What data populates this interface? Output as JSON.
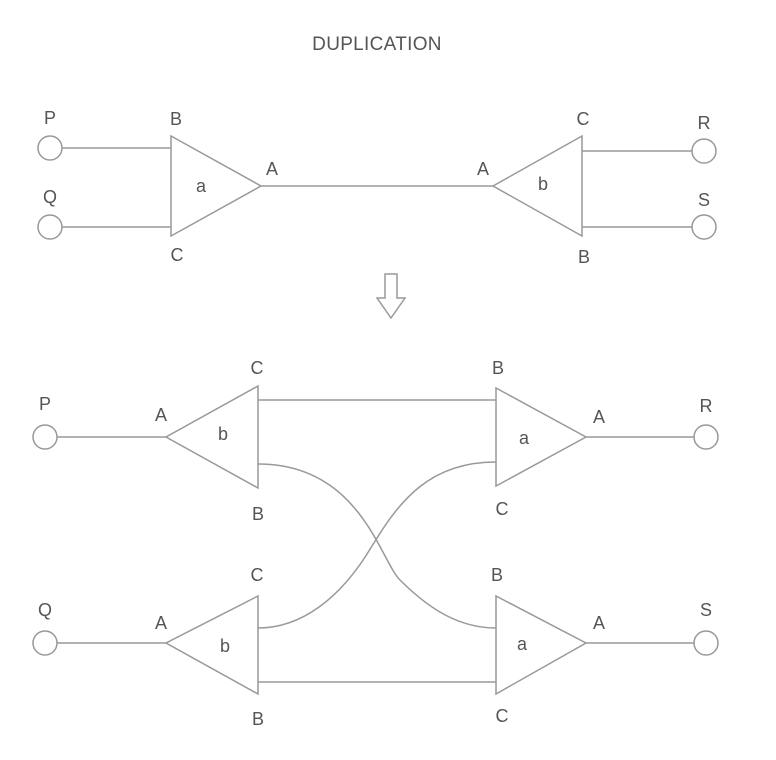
{
  "title": "DUPLICATION",
  "top": {
    "free_ports": {
      "p": "P",
      "q": "Q",
      "r": "R",
      "s": "S"
    },
    "agent_a": {
      "name": "a",
      "port_principal": "A",
      "port_aux1": "B",
      "port_aux2": "C"
    },
    "agent_b": {
      "name": "b",
      "port_principal": "A",
      "port_aux1": "C",
      "port_aux2": "B"
    }
  },
  "arrow": {
    "icon": "down-outline-arrow-icon"
  },
  "bottom": {
    "free_ports": {
      "p": "P",
      "q": "Q",
      "r": "R",
      "s": "S"
    },
    "agent_b_top": {
      "name": "b",
      "port_principal": "A",
      "port_aux1": "C",
      "port_aux2": "B"
    },
    "agent_b_bottom": {
      "name": "b",
      "port_principal": "A",
      "port_aux1": "C",
      "port_aux2": "B"
    },
    "agent_a_top": {
      "name": "a",
      "port_principal": "A",
      "port_aux1": "B",
      "port_aux2": "C"
    },
    "agent_a_bottom": {
      "name": "a",
      "port_principal": "A",
      "port_aux1": "B",
      "port_aux2": "C"
    }
  }
}
